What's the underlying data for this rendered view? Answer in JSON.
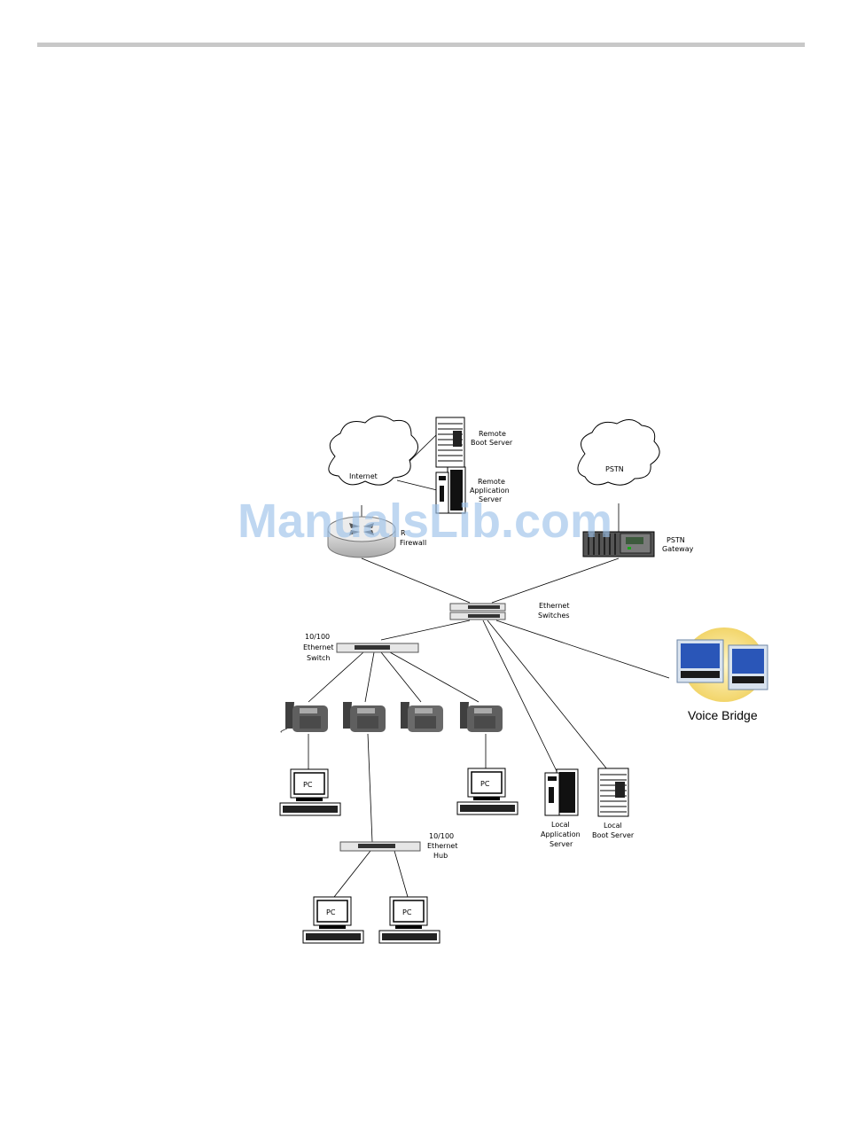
{
  "watermark": "ManualsLib.com",
  "labels": {
    "internet": "Internet",
    "remote_boot_server": [
      "Remote",
      "Boot Server"
    ],
    "remote_application_server": [
      "Remote",
      "Application",
      "Server"
    ],
    "pstn_cloud": "PSTN",
    "router_firewall": [
      "R",
      "Firewall"
    ],
    "pstn_gateway": [
      "PSTN",
      "Gateway"
    ],
    "ethernet_switches": [
      "Ethernet",
      "Switches"
    ],
    "ethernet_switch_10_100": [
      "10/100",
      "Ethernet",
      "Switch"
    ],
    "voice_bridge": "Voice Bridge",
    "pc": "PC",
    "local_application_server": [
      "Local",
      "Application",
      "Server"
    ],
    "local_boot_server": [
      "Local",
      "Boot Server"
    ],
    "ethernet_hub_10_100": [
      "10/100",
      "Ethernet",
      "Hub"
    ]
  }
}
